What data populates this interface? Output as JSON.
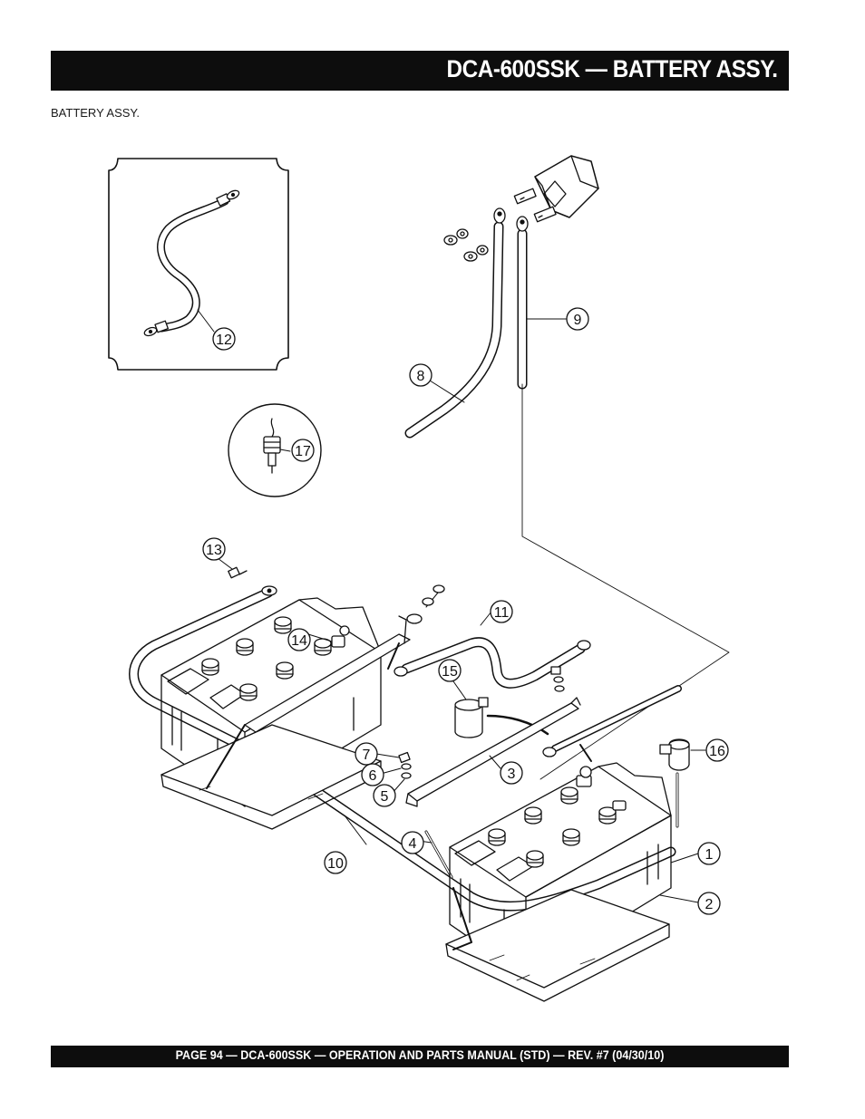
{
  "header": {
    "title": "DCA-600SSK — BATTERY ASSY."
  },
  "subtitle": "BATTERY ASSY.",
  "footer": {
    "text": "PAGE 94 — DCA-600SSK — OPERATION AND PARTS MANUAL (STD) — REV. #7  (04/30/10)"
  },
  "callouts": [
    "1",
    "2",
    "3",
    "4",
    "5",
    "6",
    "7",
    "8",
    "9",
    "10",
    "11",
    "12",
    "13",
    "14",
    "15",
    "16",
    "17"
  ]
}
